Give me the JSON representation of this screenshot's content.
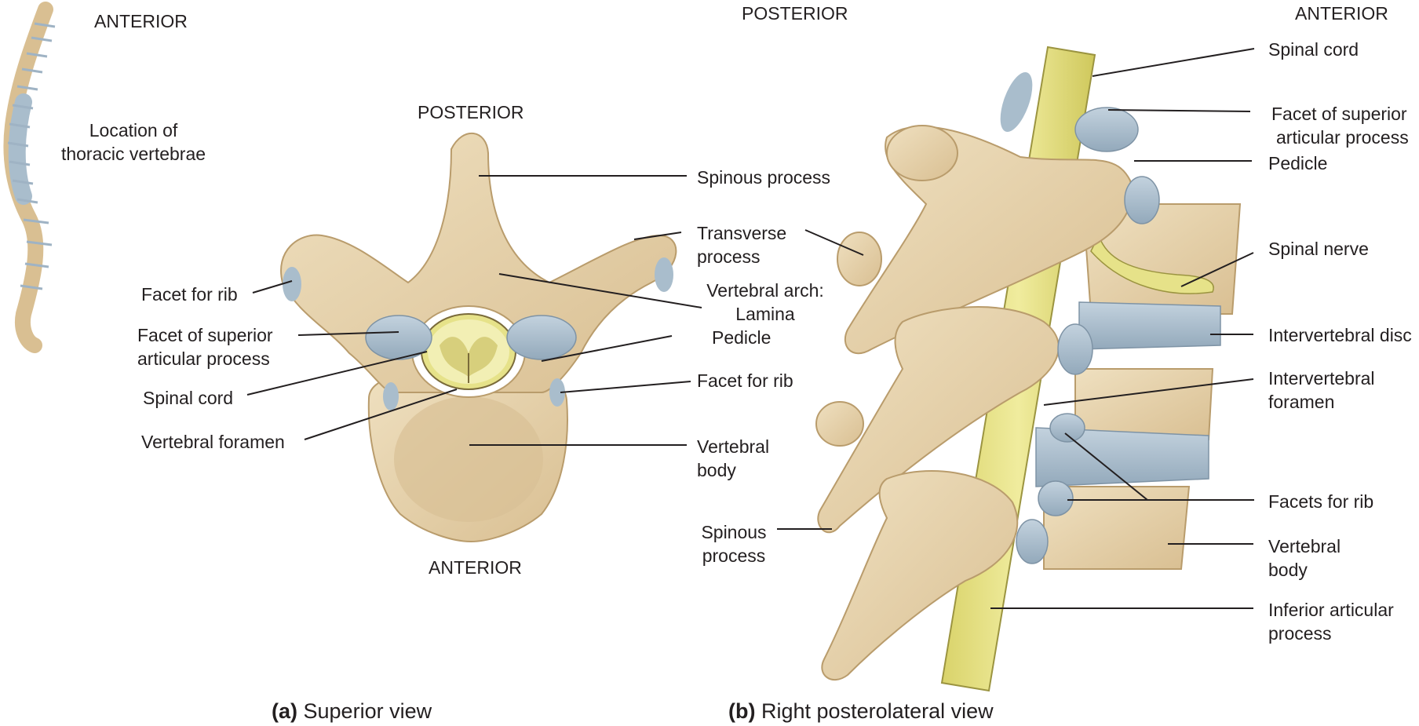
{
  "spine_panel": {
    "orientation": "ANTERIOR",
    "location_label": [
      "Location of",
      "thoracic vertebrae"
    ]
  },
  "superior_view": {
    "top_orientation": "POSTERIOR",
    "bottom_orientation": "ANTERIOR",
    "caption_letter": "(a)",
    "caption_text": "Superior view",
    "labels": {
      "spinous_process": "Spinous process",
      "transverse_process": [
        "Transverse",
        "process"
      ],
      "vertebral_arch": [
        "Vertebral arch:",
        "Lamina"
      ],
      "pedicle": "Pedicle",
      "facet_for_rib_right": "Facet for rib",
      "vertebral_body": [
        "Vertebral",
        "body"
      ],
      "facet_for_rib_left": "Facet for rib",
      "facet_superior_articular": [
        "Facet of superior",
        "articular process"
      ],
      "spinal_cord": "Spinal cord",
      "vertebral_foramen": "Vertebral foramen"
    }
  },
  "posterolateral_view": {
    "top_left_orientation": "POSTERIOR",
    "top_right_orientation": "ANTERIOR",
    "caption_letter": "(b)",
    "caption_text": "Right posterolateral view",
    "labels": {
      "spinal_cord": "Spinal cord",
      "facet_superior_articular": [
        "Facet of superior",
        "articular process"
      ],
      "pedicle": "Pedicle",
      "spinal_nerve": "Spinal nerve",
      "intervertebral_disc": "Intervertebral disc",
      "intervertebral_foramen": [
        "Intervertebral",
        "foramen"
      ],
      "facets_for_rib": "Facets for rib",
      "vertebral_body": [
        "Vertebral",
        "body"
      ],
      "inferior_articular_process": [
        "Inferior articular",
        "process"
      ],
      "spinous_process": [
        "Spinous",
        "process"
      ]
    }
  },
  "colors": {
    "bone": "#e8d4ad",
    "bone_shadow": "#c9ae80",
    "cartilage": "#a9bdcc",
    "spinal_cord": "#e6e289",
    "leader_line": "#231f20"
  }
}
